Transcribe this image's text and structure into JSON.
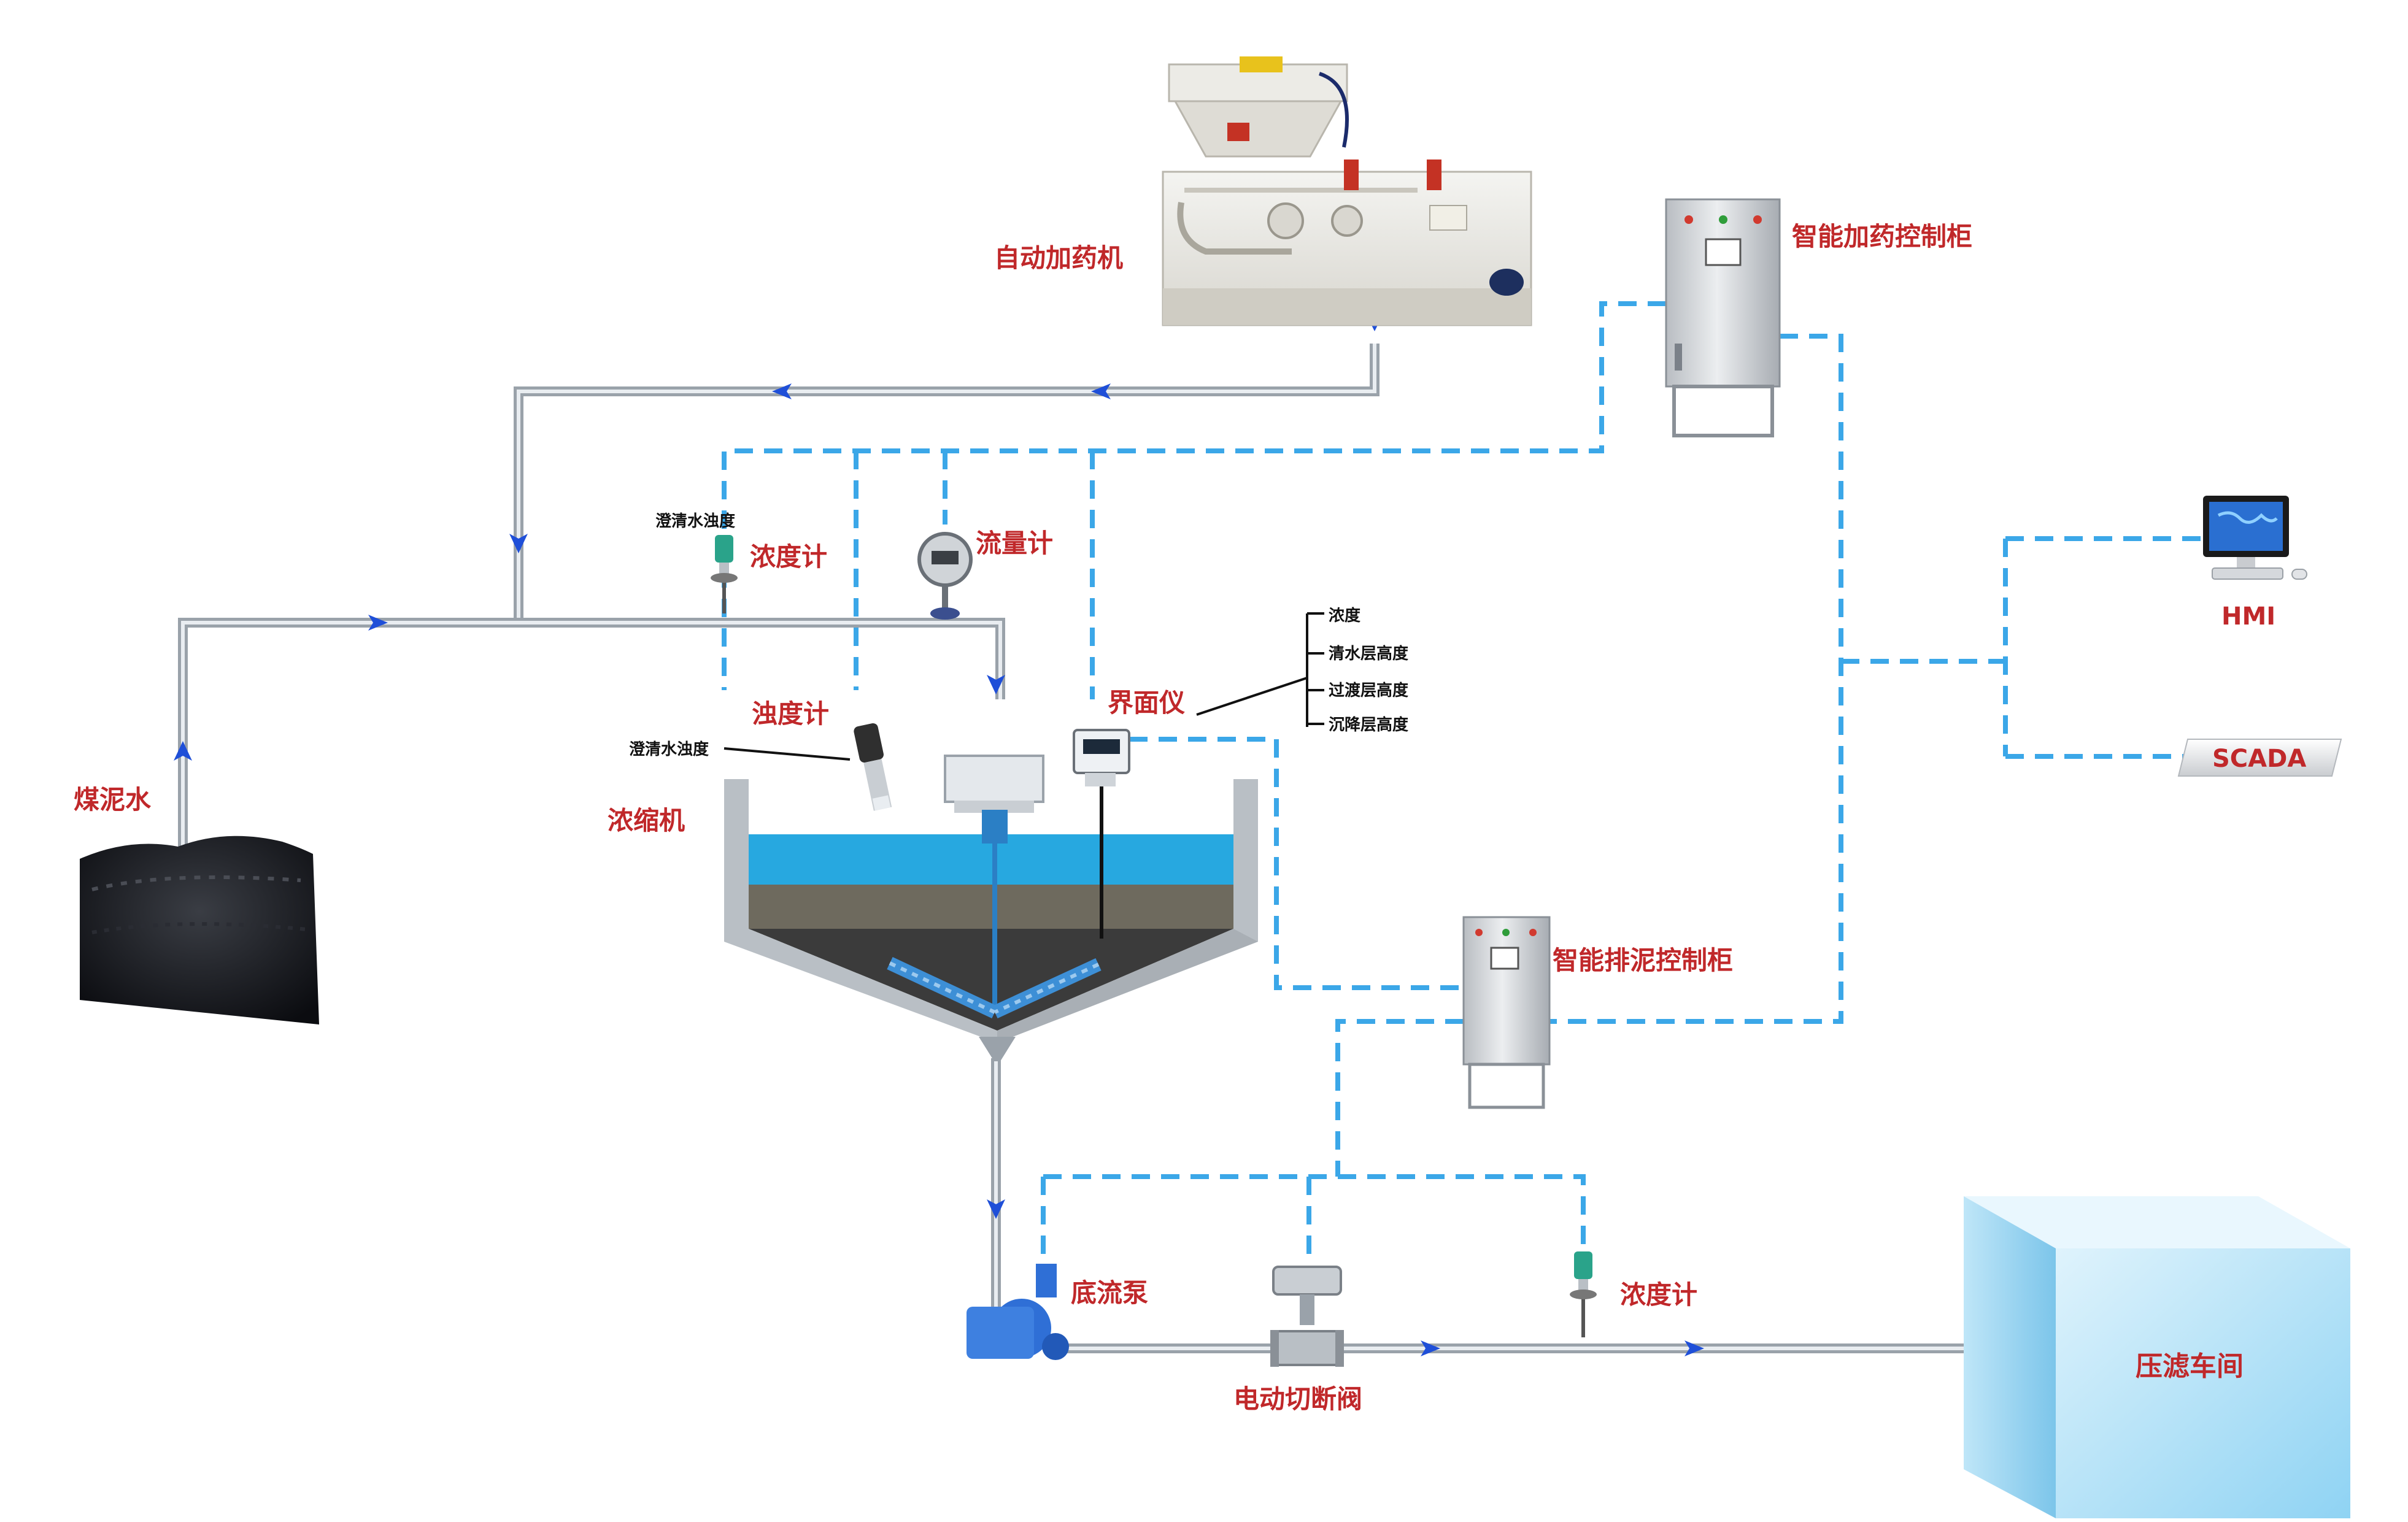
{
  "colors": {
    "label_red": "#c0282a",
    "signal_line": "#3ba7e8",
    "pipe": "#9aa2aa",
    "flow_arrow": "#1f4fd8",
    "clear_water": "#27a8e0",
    "sediment": "#3b3b3b",
    "cabinet": "#c9ccd0"
  },
  "labels": {
    "dosing_machine": "自动加药机",
    "dosing_cabinet": "智能加药控制柜",
    "concentration_meter_top": "浓度计",
    "clear_water_turbidity_top": "澄清水浊度",
    "flow_meter": "流量计",
    "turbidity_meter": "浊度计",
    "clear_water_turbidity_side": "澄清水浊度",
    "interface_meter": "界面仪",
    "coal_slurry": "煤泥水",
    "thickener": "浓缩机",
    "discharge_cabinet": "智能排泥控制柜",
    "underflow_pump": "底流泵",
    "shutoff_valve": "电动切断阀",
    "concentration_meter_bottom": "浓度计",
    "filter_press": "压滤车间",
    "hmi": "HMI",
    "scada": "SCADA"
  },
  "interface_outputs": [
    "浓度",
    "清水层高度",
    "过渡层高度",
    "沉降层高度"
  ],
  "icons": {
    "dosing_machine": "dosing-machine-icon",
    "control_cabinet": "control-cabinet-icon",
    "computer": "computer-monitor-icon",
    "concentration_meter": "concentration-meter-icon",
    "flow_meter": "flow-meter-icon",
    "turbidity_meter": "turbidity-probe-icon",
    "interface_meter": "interface-meter-icon",
    "pump": "pump-icon",
    "valve": "motorized-valve-icon",
    "coal_pile": "coal-pile-icon",
    "filter_room": "filter-press-room-icon"
  }
}
